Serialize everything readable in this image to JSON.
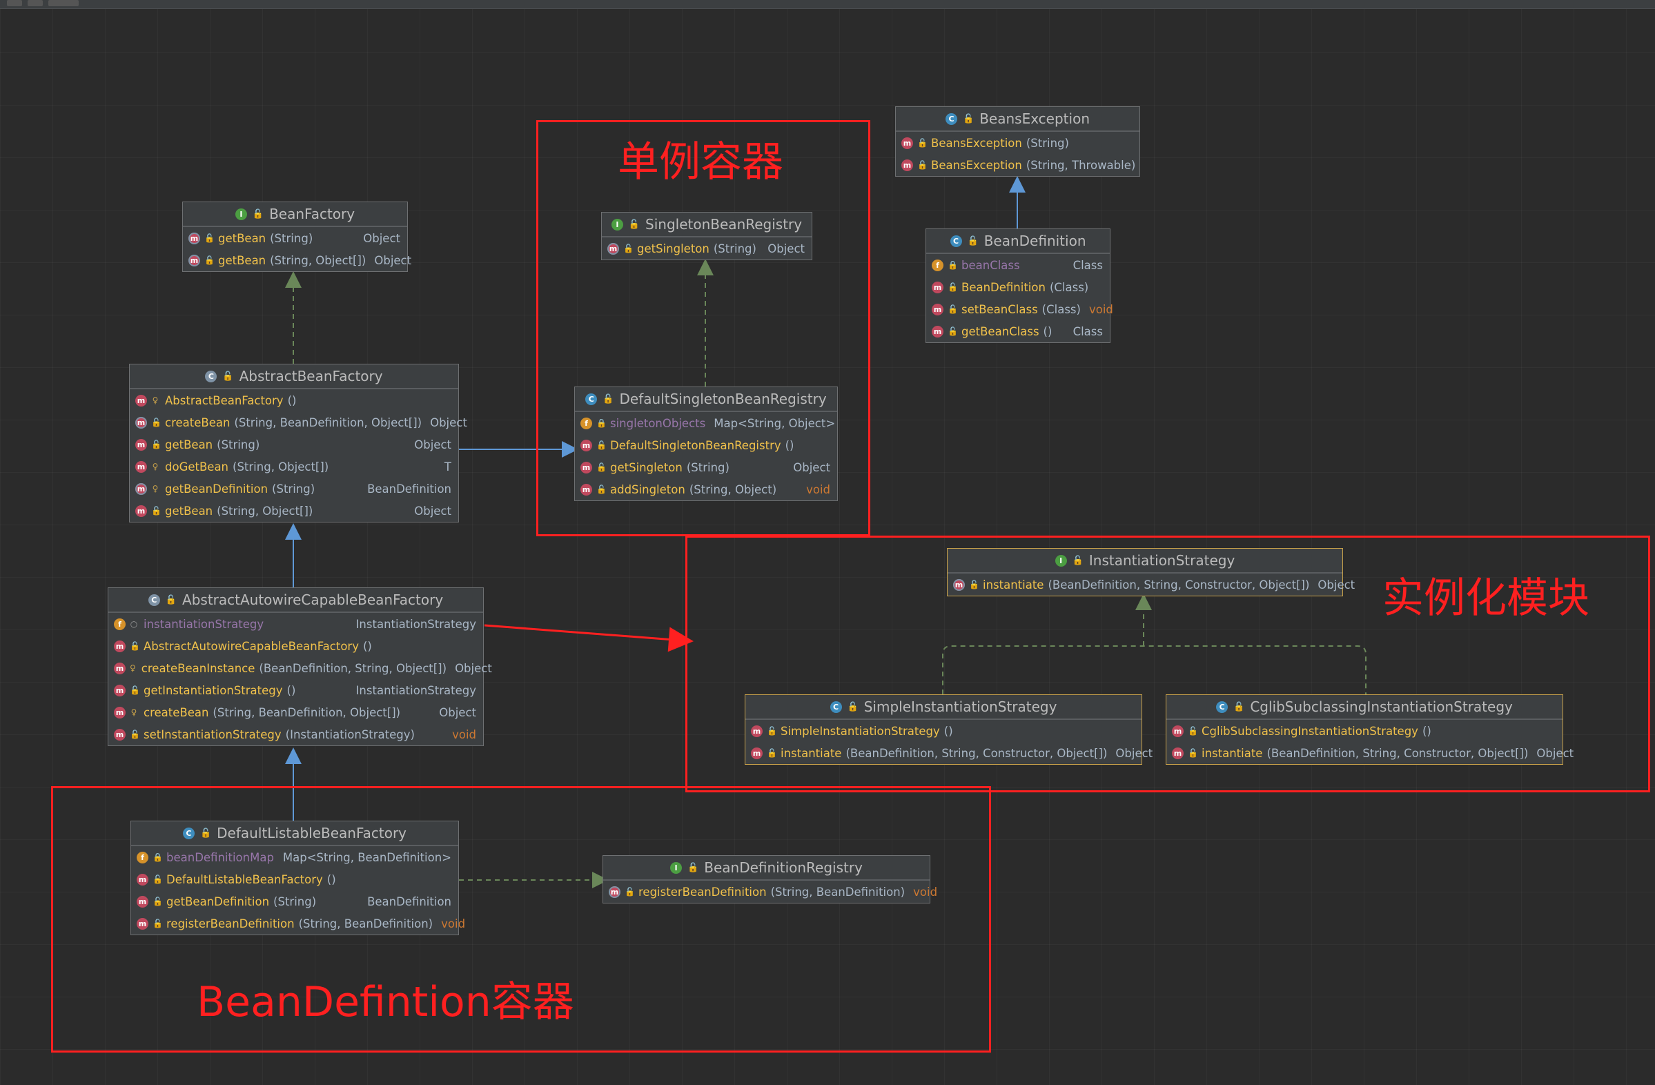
{
  "colors": {
    "annotation": "#ff2020",
    "canvas": "#2b2b2b",
    "node": "#3c3f41",
    "arrow": "#5e98d6",
    "dashed": "#6a8759"
  },
  "annotations": {
    "singleton": "单例容器",
    "instantiation": "实例化模块",
    "beandef": "BeanDefintion容器"
  },
  "classes": {
    "BeanFactory": {
      "name": "BeanFactory",
      "rows": [
        {
          "icon": "m",
          "name": "getBean",
          "params": "(String)",
          "ret": "Object"
        },
        {
          "icon": "m",
          "name": "getBean",
          "params": "(String, Object[])",
          "ret": "Object"
        }
      ]
    },
    "AbstractBeanFactory": {
      "name": "AbstractBeanFactory",
      "rows": [
        {
          "icon": "m",
          "name": "AbstractBeanFactory",
          "params": "()",
          "ret": ""
        },
        {
          "icon": "m",
          "name": "createBean",
          "params": "(String, BeanDefinition, Object[])",
          "ret": "Object"
        },
        {
          "icon": "m",
          "name": "getBean",
          "params": "(String)",
          "ret": "Object"
        },
        {
          "icon": "m",
          "name": "doGetBean",
          "params": "(String, Object[])",
          "ret": "T"
        },
        {
          "icon": "m",
          "name": "getBeanDefinition",
          "params": "(String)",
          "ret": "BeanDefinition"
        },
        {
          "icon": "m",
          "name": "getBean",
          "params": "(String, Object[])",
          "ret": "Object"
        }
      ]
    },
    "AbstractAutowireCapableBeanFactory": {
      "name": "AbstractAutowireCapableBeanFactory",
      "rows": [
        {
          "icon": "f",
          "name": "instantiationStrategy",
          "params": "",
          "ret": "InstantiationStrategy"
        },
        {
          "icon": "m",
          "name": "AbstractAutowireCapableBeanFactory",
          "params": "()",
          "ret": ""
        },
        {
          "icon": "m",
          "name": "createBeanInstance",
          "params": "(BeanDefinition, String, Object[])",
          "ret": "Object"
        },
        {
          "icon": "m",
          "name": "getInstantiationStrategy",
          "params": "()",
          "ret": "InstantiationStrategy"
        },
        {
          "icon": "m",
          "name": "createBean",
          "params": "(String, BeanDefinition, Object[])",
          "ret": "Object"
        },
        {
          "icon": "m",
          "name": "setInstantiationStrategy",
          "params": "(InstantiationStrategy)",
          "ret": "void"
        }
      ]
    },
    "DefaultListableBeanFactory": {
      "name": "DefaultListableBeanFactory",
      "rows": [
        {
          "icon": "f",
          "name": "beanDefinitionMap",
          "params": "",
          "ret": "Map<String, BeanDefinition>"
        },
        {
          "icon": "m",
          "name": "DefaultListableBeanFactory",
          "params": "()",
          "ret": ""
        },
        {
          "icon": "m",
          "name": "getBeanDefinition",
          "params": "(String)",
          "ret": "BeanDefinition"
        },
        {
          "icon": "m",
          "name": "registerBeanDefinition",
          "params": "(String, BeanDefinition)",
          "ret": "void"
        }
      ]
    },
    "SingletonBeanRegistry": {
      "name": "SingletonBeanRegistry",
      "rows": [
        {
          "icon": "m",
          "name": "getSingleton",
          "params": "(String)",
          "ret": "Object"
        }
      ]
    },
    "DefaultSingletonBeanRegistry": {
      "name": "DefaultSingletonBeanRegistry",
      "rows": [
        {
          "icon": "f",
          "name": "singletonObjects",
          "params": "",
          "ret": "Map<String, Object>"
        },
        {
          "icon": "m",
          "name": "DefaultSingletonBeanRegistry",
          "params": "()",
          "ret": ""
        },
        {
          "icon": "m",
          "name": "getSingleton",
          "params": "(String)",
          "ret": "Object"
        },
        {
          "icon": "m",
          "name": "addSingleton",
          "params": "(String, Object)",
          "ret": "void"
        }
      ]
    },
    "BeansException": {
      "name": "BeansException",
      "rows": [
        {
          "icon": "m",
          "name": "BeansException",
          "params": "(String)",
          "ret": ""
        },
        {
          "icon": "m",
          "name": "BeansException",
          "params": "(String, Throwable)",
          "ret": ""
        }
      ]
    },
    "BeanDefinition": {
      "name": "BeanDefinition",
      "rows": [
        {
          "icon": "f",
          "name": "beanClass",
          "params": "",
          "ret": "Class"
        },
        {
          "icon": "m",
          "name": "BeanDefinition",
          "params": "(Class)",
          "ret": ""
        },
        {
          "icon": "m",
          "name": "setBeanClass",
          "params": "(Class)",
          "ret": "void"
        },
        {
          "icon": "m",
          "name": "getBeanClass",
          "params": "()",
          "ret": "Class"
        }
      ]
    },
    "InstantiationStrategy": {
      "name": "InstantiationStrategy",
      "rows": [
        {
          "icon": "m",
          "name": "instantiate",
          "params": "(BeanDefinition, String, Constructor, Object[])",
          "ret": "Object"
        }
      ]
    },
    "SimpleInstantiationStrategy": {
      "name": "SimpleInstantiationStrategy",
      "rows": [
        {
          "icon": "m",
          "name": "SimpleInstantiationStrategy",
          "params": "()",
          "ret": ""
        },
        {
          "icon": "m",
          "name": "instantiate",
          "params": "(BeanDefinition, String, Constructor, Object[])",
          "ret": "Object"
        }
      ]
    },
    "CglibSubclassingInstantiationStrategy": {
      "name": "CglibSubclassingInstantiationStrategy",
      "rows": [
        {
          "icon": "m",
          "name": "CglibSubclassingInstantiationStrategy",
          "params": "()",
          "ret": ""
        },
        {
          "icon": "m",
          "name": "instantiate",
          "params": "(BeanDefinition, String, Constructor, Object[])",
          "ret": "Object"
        }
      ]
    },
    "BeanDefinitionRegistry": {
      "name": "BeanDefinitionRegistry",
      "rows": [
        {
          "icon": "m",
          "name": "registerBeanDefinition",
          "params": "(String, BeanDefinition)",
          "ret": "void"
        }
      ]
    }
  }
}
